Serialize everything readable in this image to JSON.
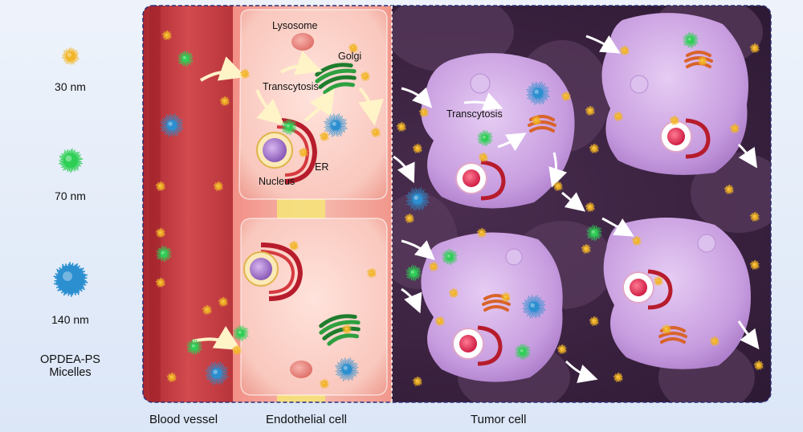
{
  "legend": {
    "items": [
      {
        "label": "30 nm",
        "color": "#f2b526"
      },
      {
        "label": "70 nm",
        "color": "#2ecf55"
      },
      {
        "label": "140 nm",
        "color": "#2b8fd0"
      }
    ],
    "title_line1": "OPDEA-PS",
    "title_line2": "Micelles"
  },
  "labels": {
    "lysosome": "Lysosome",
    "golgi": "Golgi",
    "transcytosis_endo": "Transcytosis",
    "er": "ER",
    "nucleus": "Nucleus",
    "transcytosis_tumor": "Transcytosis"
  },
  "regions": {
    "blood_vessel": "Blood vessel",
    "endothelial_cell": "Endothelial cell",
    "tumor_cell": "Tumor cell"
  },
  "colors": {
    "blood": "#c84046",
    "endothelium": "#f6b8ae",
    "tumor_bg": "#3d2541",
    "tumor_cell": "#c9a1e0",
    "small_micelle": "#f2b526",
    "medium_micelle": "#2ecf55",
    "large_micelle": "#2b8fd0"
  }
}
